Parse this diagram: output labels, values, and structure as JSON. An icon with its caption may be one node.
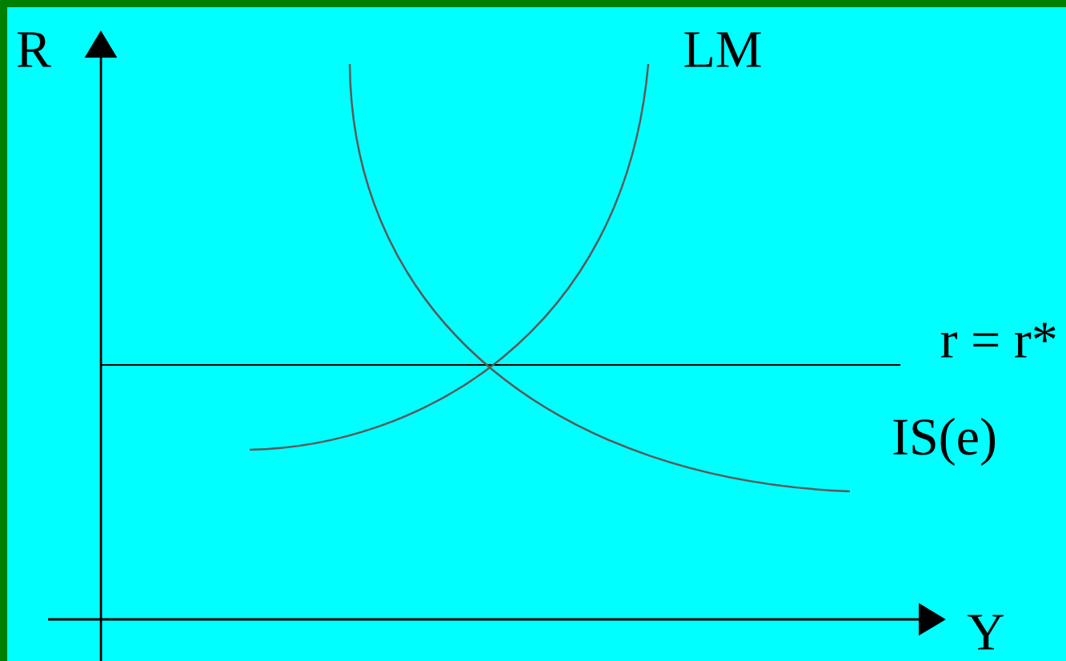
{
  "diagram": {
    "labels": [
      "R",
      "LM",
      "r = r*",
      "IS(e)",
      "Y"
    ]
  }
}
